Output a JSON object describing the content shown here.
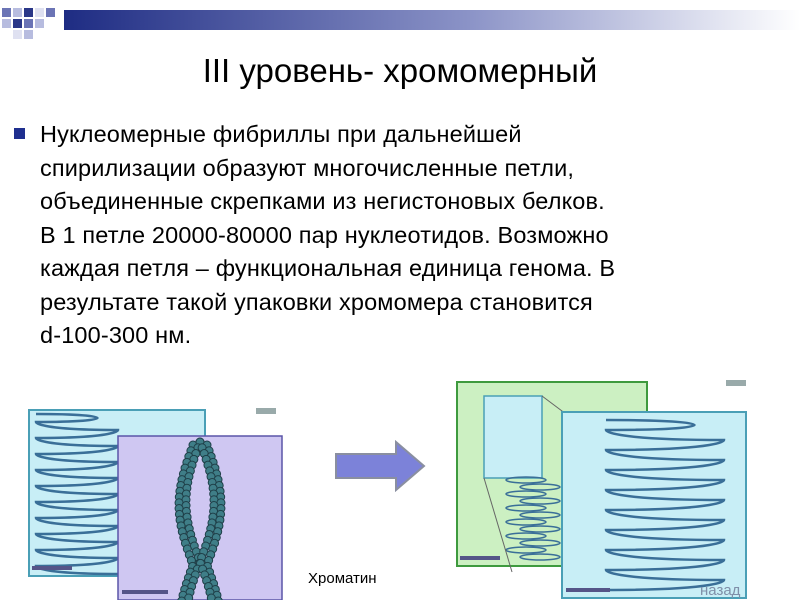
{
  "slide": {
    "title": "III уровень- хромомерный",
    "paragraph": "Нуклеомерные фибриллы при дальнейшей\nспирилизации образуют многочисленные петли,\nобъединенные скрепками из негистоновых белков.\nВ 1 петле 20000-80000 пар нуклеотидов. Возможно\nкаждая петля – функциональная единица генома. В\nрезультате такой упаковки хромомера становится\nd-100-300 нм."
  },
  "figures": {
    "caption": "Хроматин",
    "back_link": "назад"
  },
  "colors": {
    "bullet": "#1f2f8f",
    "panel_cyan": "#c8eef6",
    "panel_violet": "#cfc7f2",
    "panel_green": "#ccf0c2",
    "arrow": "#7c82d9"
  }
}
